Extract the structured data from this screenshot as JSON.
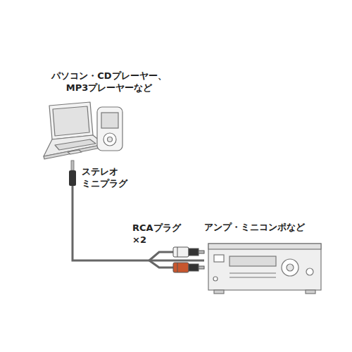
{
  "diagram": {
    "nodes": [
      {
        "text": [
          "パソコン・CDプレーヤー、 MP3プレーヤーなど"
        ]
      },
      {
        "text": [
          "アンプ・ミニコンポなど"
        ]
      }
    ],
    "edges": [
      {
        "from": 0,
        "to": 1,
        "arrow": "none"
      }
    ],
    "labels": [
      "ステレオ ミニプラグ",
      "RCAプラグ ×2"
    ]
  }
}
